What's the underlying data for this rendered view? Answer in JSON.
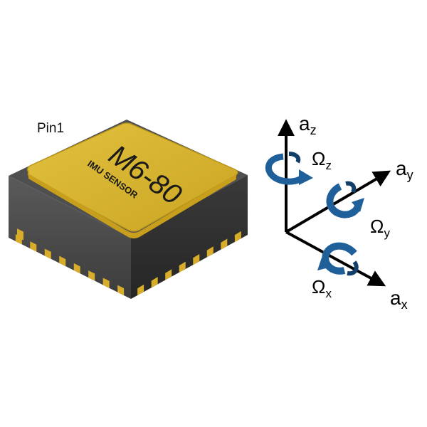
{
  "chip": {
    "pin_label": "Pin1",
    "model": "M6-80",
    "subtitle": "IMU SENSOR",
    "colors": {
      "lid": "#d9b52e",
      "lid_edge": "#c79f1c",
      "body": "#4a4a4a",
      "body_dark": "#2f2f2f",
      "pad": "#d8ad2a",
      "text": "#1a1a1a"
    }
  },
  "axes": {
    "accel_z": {
      "base": "a",
      "sub": "z"
    },
    "accel_y": {
      "base": "a",
      "sub": "y"
    },
    "accel_x": {
      "base": "a",
      "sub": "x"
    },
    "gyro_z": {
      "base": "Ω",
      "sub": "z"
    },
    "gyro_y": {
      "base": "Ω",
      "sub": "y"
    },
    "gyro_x": {
      "base": "Ω",
      "sub": "x"
    },
    "colors": {
      "axis": "#000000",
      "rotation": "#1f5f9a",
      "rotation_dark": "#123f69"
    }
  }
}
